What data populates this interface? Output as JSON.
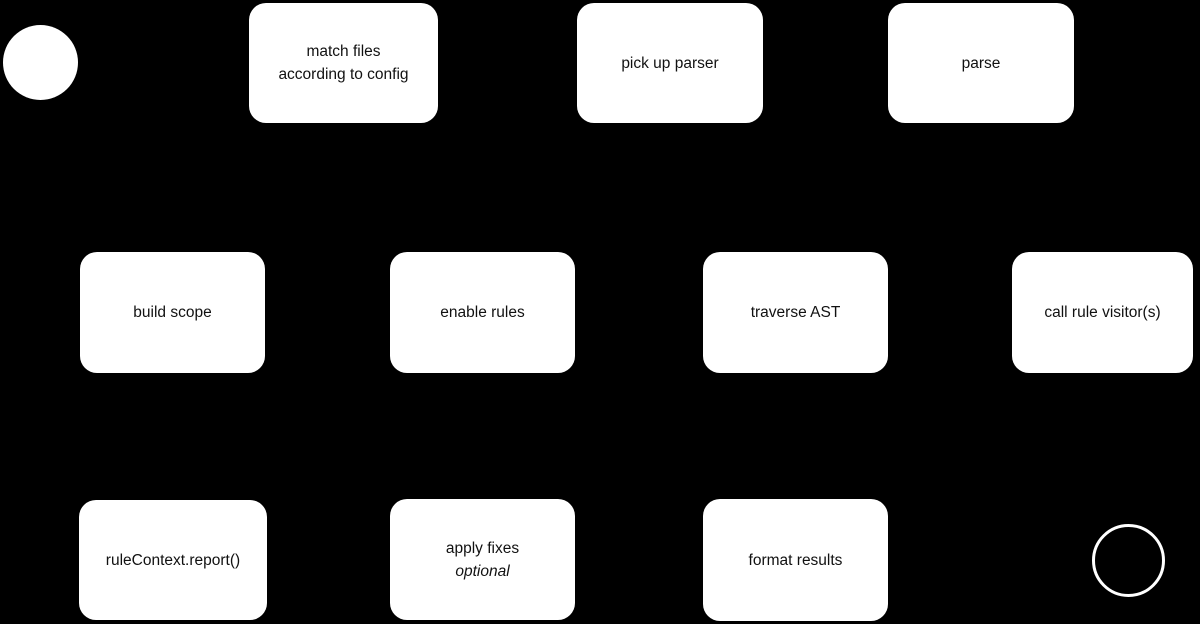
{
  "colors": {
    "background": "#000000",
    "node_fill": "#ffffff",
    "node_text": "#111111",
    "end_circle_stroke": "#ffffff"
  },
  "diagram": {
    "nodes": {
      "start": {
        "shape": "filled-circle"
      },
      "match_files": {
        "label": "match files\naccording to config"
      },
      "pick_up_parser": {
        "label": "pick up parser"
      },
      "parse": {
        "label": "parse"
      },
      "build_scope": {
        "label": "build scope"
      },
      "enable_rules": {
        "label": "enable rules"
      },
      "traverse_ast": {
        "label": "traverse AST"
      },
      "call_rule_visitors": {
        "label": "call rule visitor(s)"
      },
      "rule_context_report": {
        "label": "ruleContext.report()"
      },
      "apply_fixes": {
        "label": "apply fixes",
        "sublabel": "optional"
      },
      "format_results": {
        "label": "format results"
      },
      "end": {
        "shape": "outline-circle"
      }
    }
  }
}
